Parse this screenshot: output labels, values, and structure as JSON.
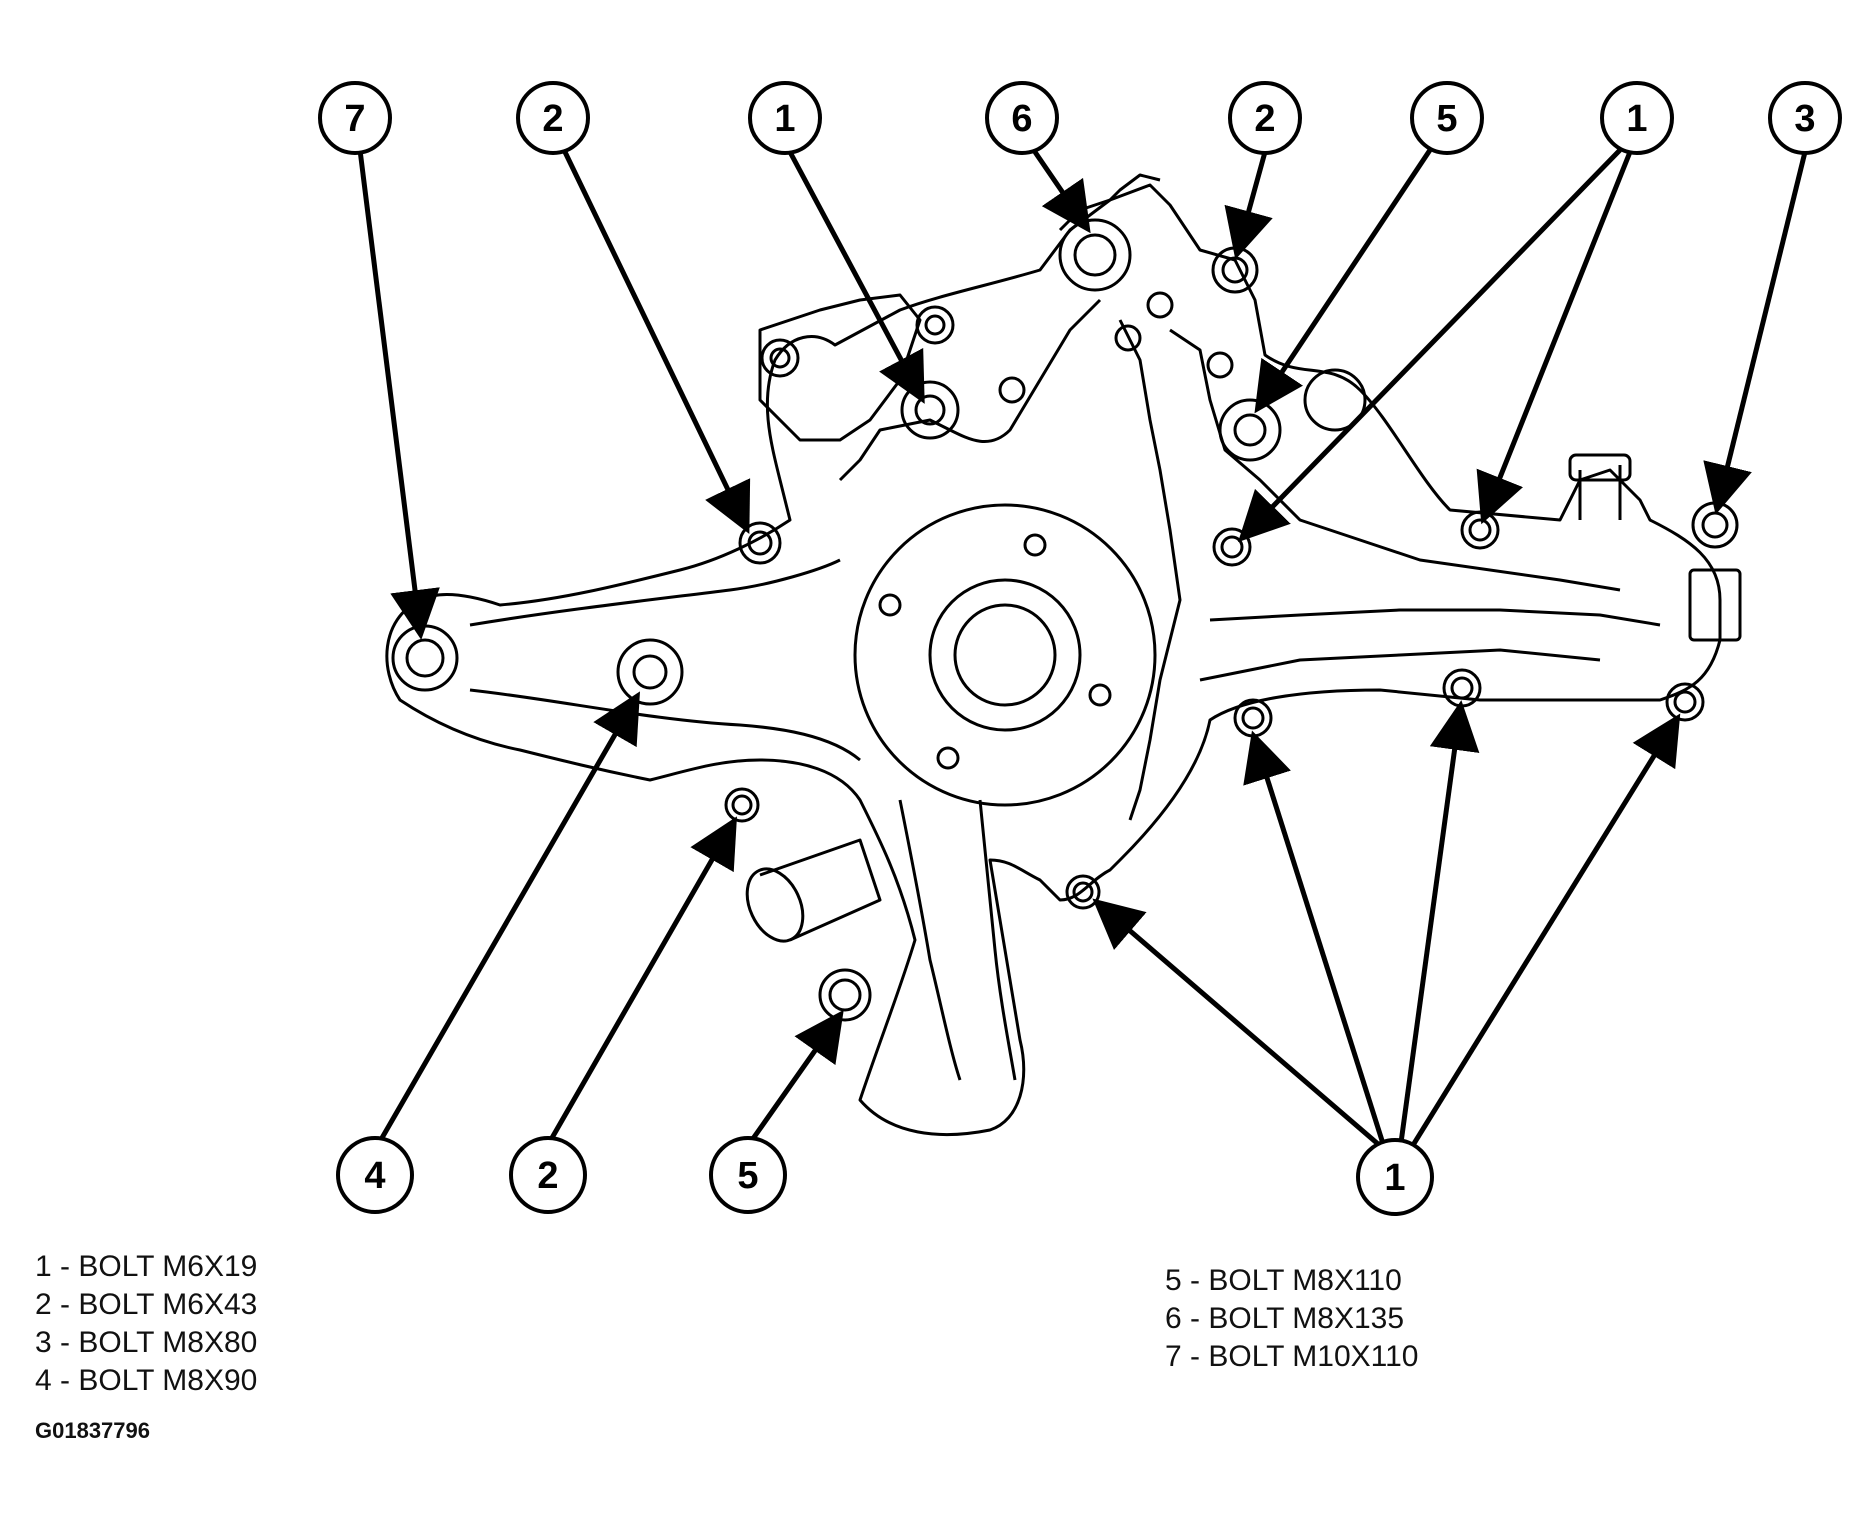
{
  "callouts_top": [
    "7",
    "2",
    "1",
    "6",
    "2",
    "5",
    "1",
    "3"
  ],
  "callouts_bottom": [
    "4",
    "2",
    "5",
    "1"
  ],
  "legend_left": [
    "1 - BOLT M6X19",
    "2 - BOLT M6X43",
    "3 - BOLT M8X80",
    "4 - BOLT M8X90"
  ],
  "legend_right": [
    "5 - BOLT M8X110",
    "6 - BOLT M8X135",
    "7 - BOLT M10X110"
  ],
  "figure_id": "G01837796",
  "colors": {
    "line": "#000000",
    "background": "#ffffff"
  }
}
